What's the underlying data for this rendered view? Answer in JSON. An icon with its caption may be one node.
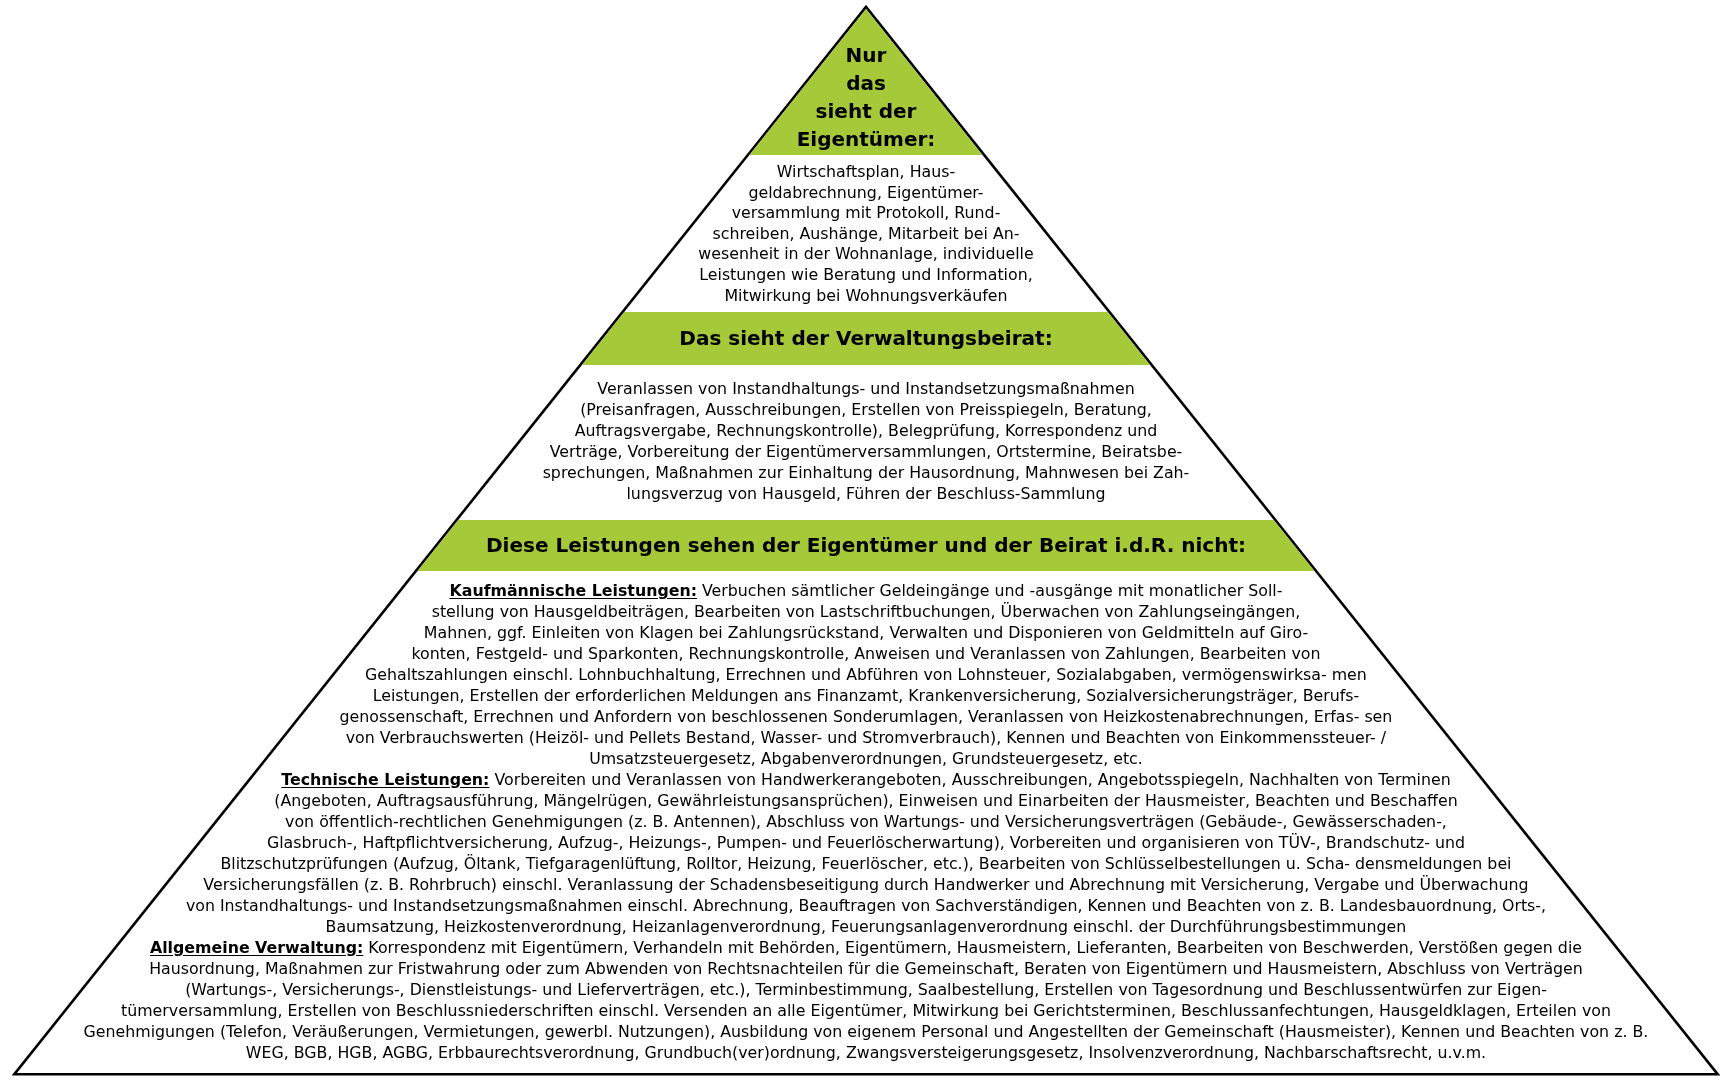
{
  "diagram": {
    "nodes": [
      {
        "text": [
          "Nur das sieht der Eigentümer:",
          "Wirtschaftsplan, Haus- geldabrechnung, Eigentümer- versammlung mit Protokoll, Rund- schreiben, Aushänge, Mitarbeit bei An- wesenheit in der Wohnanlage, individuelle Leistungen wie Beratung und Information, Mitwirkung bei Wohnungsverkäufen"
        ]
      },
      {
        "text": [
          "Das sieht der Verwaltungsbeirat:",
          "Veranlassen von Instandhaltungs- und Instandsetzungsmaßnahmen (Preisanfragen, Ausschreibungen, Erstellen von Preisspiegeln, Beratung, Auftragsvergabe, Rechnungskontrolle), Belegprüfung, Korrespondenz und Verträge, Vorbereitung der Eigentümerversammlungen, Ortstermine, Beiratsbe- sprechungen, Maßnahmen zur Einhaltung der Hausordnung, Mahnwesen bei Zah- lungsverzug von Hausgeld, Führen der Beschluss-Sammlung"
        ]
      },
      {
        "text": [
          "Diese Leistungen sehen der Eigentümer und der Beirat i.d.R. nicht:",
          "**Kaufmännische Leistungen:** Verbuchen sämtlicher Geldeingänge und -ausgänge mit monatlicher Soll- stellung von Hausgeldbeiträgen, Bearbeiten von Lastschriftbuchungen, Überwachen von Zahlungseingängen, Mahnen, ggf. Einleiten von Klagen bei Zahlungsrückstand, Verwalten und Disponieren von Geldmitteln auf Giro- konten, Festgeld- und Sparkonten, Rechnungskontrolle, Anweisen und Veranlassen von Zahlungen, Bearbeiten von Gehaltszahlungen einschl. Lohnbuchhaltung, Errechnen und Abführen von Lohnsteuer, Sozialabgaben, vermögenswirksa- men Leistungen, Erstellen der erforderlichen Meldungen ans Finanzamt, Krankenversicherung, Sozialversicherungsträger, Berufs- genossenschaft, Errechnen und Anfordern von beschlossenen Sonderumlagen, Veranlassen von Heizkostenabrechnungen, Erfas- sen von Verbrauchswerten (Heizöl- und Pellets Bestand, Wasser- und Stromverbrauch), Kennen und Beachten von Einkommenssteuer- / Umsatzsteuergesetz, Abgabenverordnungen, Grundsteuergesetz, etc.",
          "**Technische Leistungen:** Vorbereiten und Veranlassen von Handwerkerangeboten, Ausschreibungen, Angebotsspiegeln, Nachhalten von Terminen (Angeboten, Auftragsausführung, Mängelrügen, Gewährleistungsansprüchen), Einweisen und Einarbeiten der Hausmeister, Beachten und Beschaffen von öffentlich-rechtlichen Genehmigungen (z. B. Antennen), Abschluss von Wartungs- und Versicherungsverträgen (Gebäude-, Gewässerschaden-, Glasbruch-, Haftpflichtversicherung, Aufzug-, Heizungs-, Pumpen- und Feuerlöscherwartung), Vorbereiten und organisieren von TÜV-, Brandschutz- und Blitzschutzprüfungen (Aufzug, Öltank, Tiefgaragenlüftung, Rolltor, Heizung, Feuerlöscher, etc.), Bearbeiten von Schlüsselbestellungen u. Scha- densmeldungen bei Versicherungsfällen (z. B. Rohrbruch) einschl. Veranlassung der Schadensbeseitigung durch Handwerker und Abrechnung mit Versicherung, Vergabe und Überwachung von Instandhaltungs- und Instandsetzungsmaßnahmen einschl. Abrechnung, Beauftragen von Sachverständigen, Kennen und Beachten von z. B. Landesbauordnung, Orts-, Baumsatzung, Heizkostenverordnung, Heizanlagenverordnung, Feuerungsanlagenverordnung einschl. der Durchführungsbestimmungen",
          "**Allgemeine Verwaltung:** Korrespondenz mit Eigentümern, Verhandeln mit Behörden, Eigentümern, Hausmeistern, Lieferanten, Bearbeiten von Beschwerden, Verstößen gegen die Hausordnung, Maßnahmen zur Fristwahrung oder zum Abwenden von Rechtsnachteilen für die Gemeinschaft, Beraten von Eigentümern und Hausmeistern, Abschluss von Verträgen (Wartungs-, Versicherungs-, Dienstleistungs- und Lieferverträgen, etc.), Terminbestimmung, Saalbestellung, Erstellen von Tagesordnung und Beschlussentwürfen zur Eigen- tümerversammlung, Erstellen von Beschlussniederschriften einschl. Versenden an alle Eigentümer, Mitwirkung bei Gerichtsterminen, Beschlussanfechtungen, Hausgeldklagen, Erteilen von Genehmigungen (Telefon, Veräußerungen, Vermietungen, gewerbl. Nutzungen), Ausbildung von eigenem Personal und Angestellten der Gemeinschaft (Hausmeister), Kennen und Beachten von z. B. WEG, BGB, HGB, AGBG, Erbbaurechtsverordnung, Grundbuch(ver)ordnung, Zwangsversteigerungsgesetz, Insolvenzverordnung, Nachbarschaftsrecht, u.v.m."
        ]
      }
    ]
  }
}
